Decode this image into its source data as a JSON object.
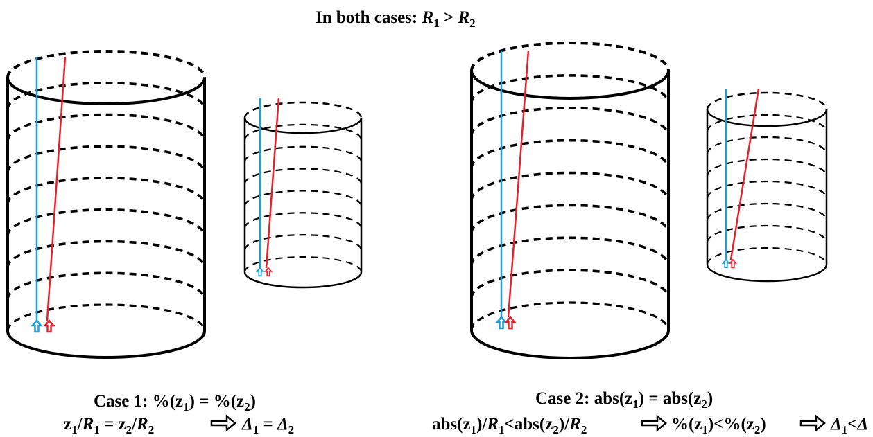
{
  "title": {
    "prefix": "In both cases: ",
    "r1": "R",
    "sub1": "1",
    "gt": " > ",
    "r2": "R",
    "sub2": "2"
  },
  "case1": {
    "label": "Case 1:  %(z",
    "label_sub1": "1",
    "label_mid": ") = %(z",
    "label_sub2": "2",
    "label_end": ")",
    "eq_z1": "z",
    "eq_z1_sub": "1",
    "eq_slash1": "/",
    "eq_R1": "R",
    "eq_R1_sub": "1",
    "eq_mid": " = z",
    "eq_z2_sub": "2",
    "eq_slash2": "/",
    "eq_R2": "R",
    "eq_R2_sub": "2",
    "result_d1": "Δ",
    "result_d1_sub": "1",
    "result_eq": " = ",
    "result_d2": "Δ",
    "result_d2_sub": "2"
  },
  "case2": {
    "label": "Case 2: abs(z",
    "label_sub1": "1",
    "label_mid": ") = abs(z",
    "label_sub2": "2",
    "label_end": ")",
    "eq_a": "abs(z",
    "eq_a_sub": "1",
    "eq_b": ")/",
    "eq_R1": "R",
    "eq_R1_sub": "1",
    "eq_c": "<abs(z",
    "eq_c_sub": "2",
    "eq_d": ")/",
    "eq_R2": "R",
    "eq_R2_sub": "2",
    "pct_a": "%(z",
    "pct_a_sub": "1",
    "pct_b": ")<%(z",
    "pct_b_sub": "2",
    "pct_c": ")",
    "result_d1": "Δ",
    "result_d1_sub": "1",
    "result_lt": "<Δ"
  },
  "colors": {
    "blue_line": "#1f9ed8",
    "red_line": "#e8202a",
    "stroke": "#000000"
  }
}
